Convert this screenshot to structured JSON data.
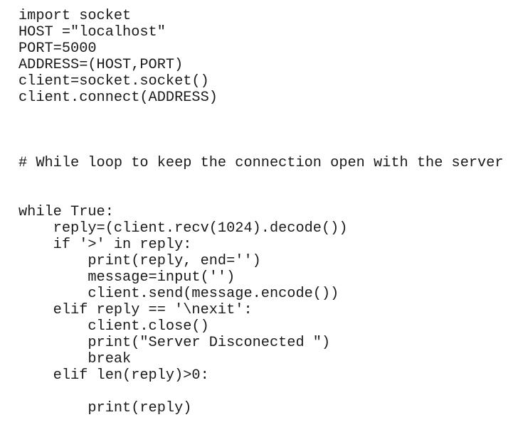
{
  "code": {
    "lines": [
      "import socket",
      "HOST =\"localhost\"",
      "PORT=5000",
      "ADDRESS=(HOST,PORT)",
      "client=socket.socket()",
      "client.connect(ADDRESS)",
      "",
      "",
      "",
      "# While loop to keep the connection open with the server",
      "",
      "",
      "while True:",
      "    reply=(client.recv(1024).decode())",
      "    if '>' in reply:",
      "        print(reply, end='')",
      "        message=input('')",
      "        client.send(message.encode())",
      "    elif reply == '\\nexit':",
      "        client.close()",
      "        print(\"Server Disconected \")",
      "        break",
      "    elif len(reply)>0:",
      "",
      "        print(reply)"
    ]
  }
}
